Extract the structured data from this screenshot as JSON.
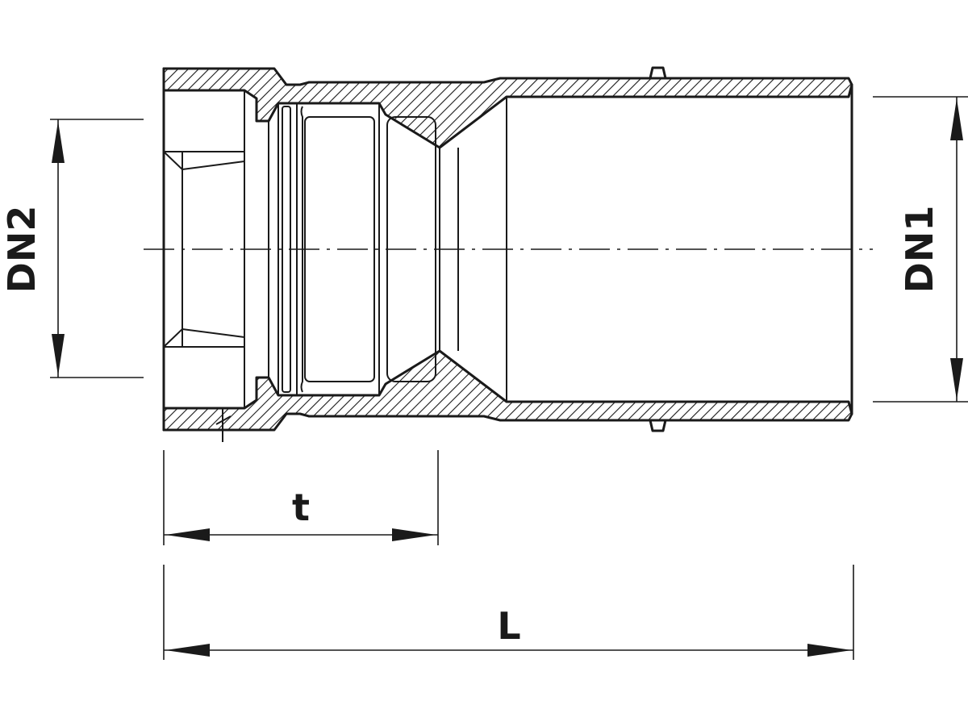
{
  "labels": {
    "dn2": "DN2",
    "dn1": "DN1",
    "t": "t",
    "l": "L"
  },
  "colors": {
    "line": "#1a1a1a",
    "background": "#ffffff"
  }
}
